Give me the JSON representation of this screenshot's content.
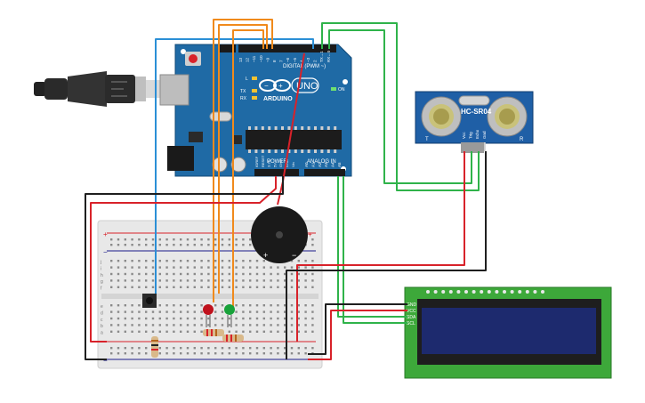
{
  "arduino": {
    "brand": "ARDUINO",
    "model": "UNO",
    "digital_header": "DIGITAL (PWM ~)",
    "analog_header": "ANALOG IN",
    "power_header": "POWER",
    "aref": "AREF",
    "gnd": "GND",
    "on_led": "ON",
    "led_l": "L",
    "led_tx": "TX",
    "led_rx": "RX",
    "digital_pins": [
      "13",
      "12",
      "~11",
      "~10",
      "~9",
      "8",
      "7",
      "~6",
      "~5",
      "4",
      "~3",
      "2",
      "TX→1",
      "RX←0"
    ],
    "power_pins": [
      "IOREF",
      "RESET",
      "3.3V",
      "5V",
      "GND",
      "GND",
      "Vin"
    ],
    "analog_pins": [
      "A0",
      "A1",
      "A2",
      "A3",
      "A4",
      "A5"
    ]
  },
  "sensor": {
    "model": "HC-SR04",
    "pins": [
      "Vcc",
      "Trig",
      "Echo",
      "Gnd"
    ],
    "left_marker": "T",
    "right_marker": "R"
  },
  "lcd": {
    "pins": [
      "GND",
      "VCC",
      "SDA",
      "SCL"
    ]
  },
  "breadboard": {
    "rows_left": [
      "j",
      "i",
      "h",
      "g",
      "f"
    ],
    "rows_right": [
      "e",
      "d",
      "c",
      "b",
      "a"
    ],
    "plus": "+",
    "minus": "−"
  },
  "buzzer": {
    "plus": "+",
    "minus": "−"
  },
  "colors": {
    "wire_red": "#d8222a",
    "wire_black": "#1f1f1f",
    "wire_green": "#2fb34a",
    "wire_orange": "#f08a1c",
    "wire_blue": "#2b8fd6",
    "board_blue": "#1f6aa5",
    "lcd_pcb": "#3da83a",
    "lcd_screen": "#1d2a6e",
    "sensor_pcb": "#1f5fa6",
    "led_red": "#c0121d",
    "led_green": "#18a23a"
  }
}
